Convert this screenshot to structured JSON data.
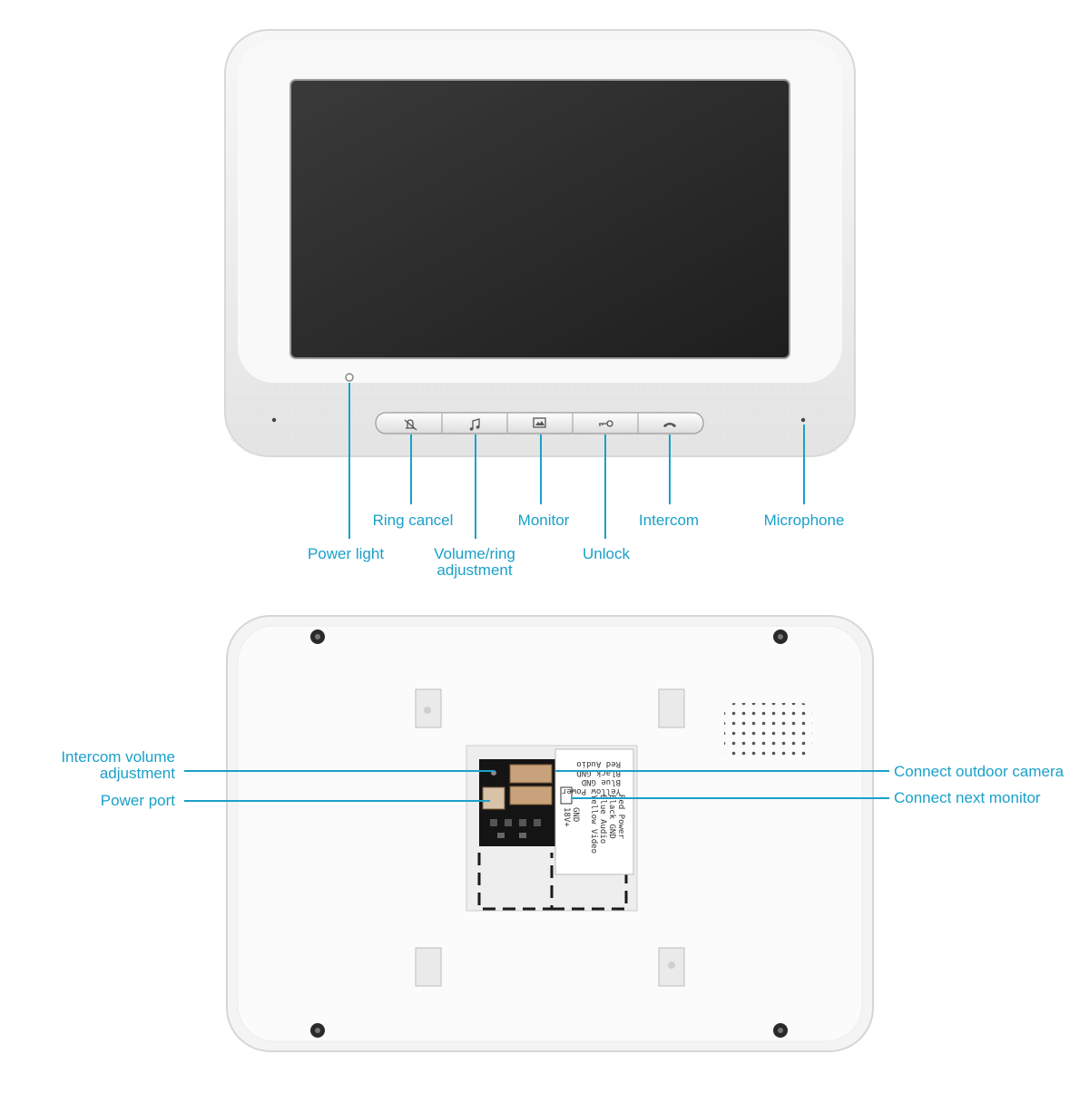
{
  "front_labels": {
    "ring_cancel": "Ring cancel",
    "monitor": "Monitor",
    "intercom": "Intercom",
    "microphone": "Microphone",
    "power_light": "Power light",
    "volume_ring_line1": "Volume/ring",
    "volume_ring_line2": "adjustment",
    "unlock": "Unlock"
  },
  "back_labels": {
    "intercom_volume_line1": "Intercom volume",
    "intercom_volume_line2": "adjustment",
    "power_port": "Power port",
    "connect_outdoor_camera": "Connect outdoor camera",
    "connect_next_monitor": "Connect next monitor"
  },
  "wiring_sticker": {
    "top_lines": [
      "Yellow Power",
      "Blue GND",
      "Black GND",
      "Red Audio"
    ],
    "bottom_lines": [
      "Red Power",
      "Black GND",
      "Blue Audio",
      "Yellow Video"
    ],
    "side_lines": [
      "GND",
      "18V+"
    ]
  },
  "button_icons": [
    "bell-off-icon",
    "music-note-icon",
    "monitor-icon",
    "key-icon",
    "phone-handset-icon"
  ],
  "colors": {
    "label": "#1aa0c9",
    "device_body": "#f2f2f2",
    "screen": "#2b2b2b"
  }
}
